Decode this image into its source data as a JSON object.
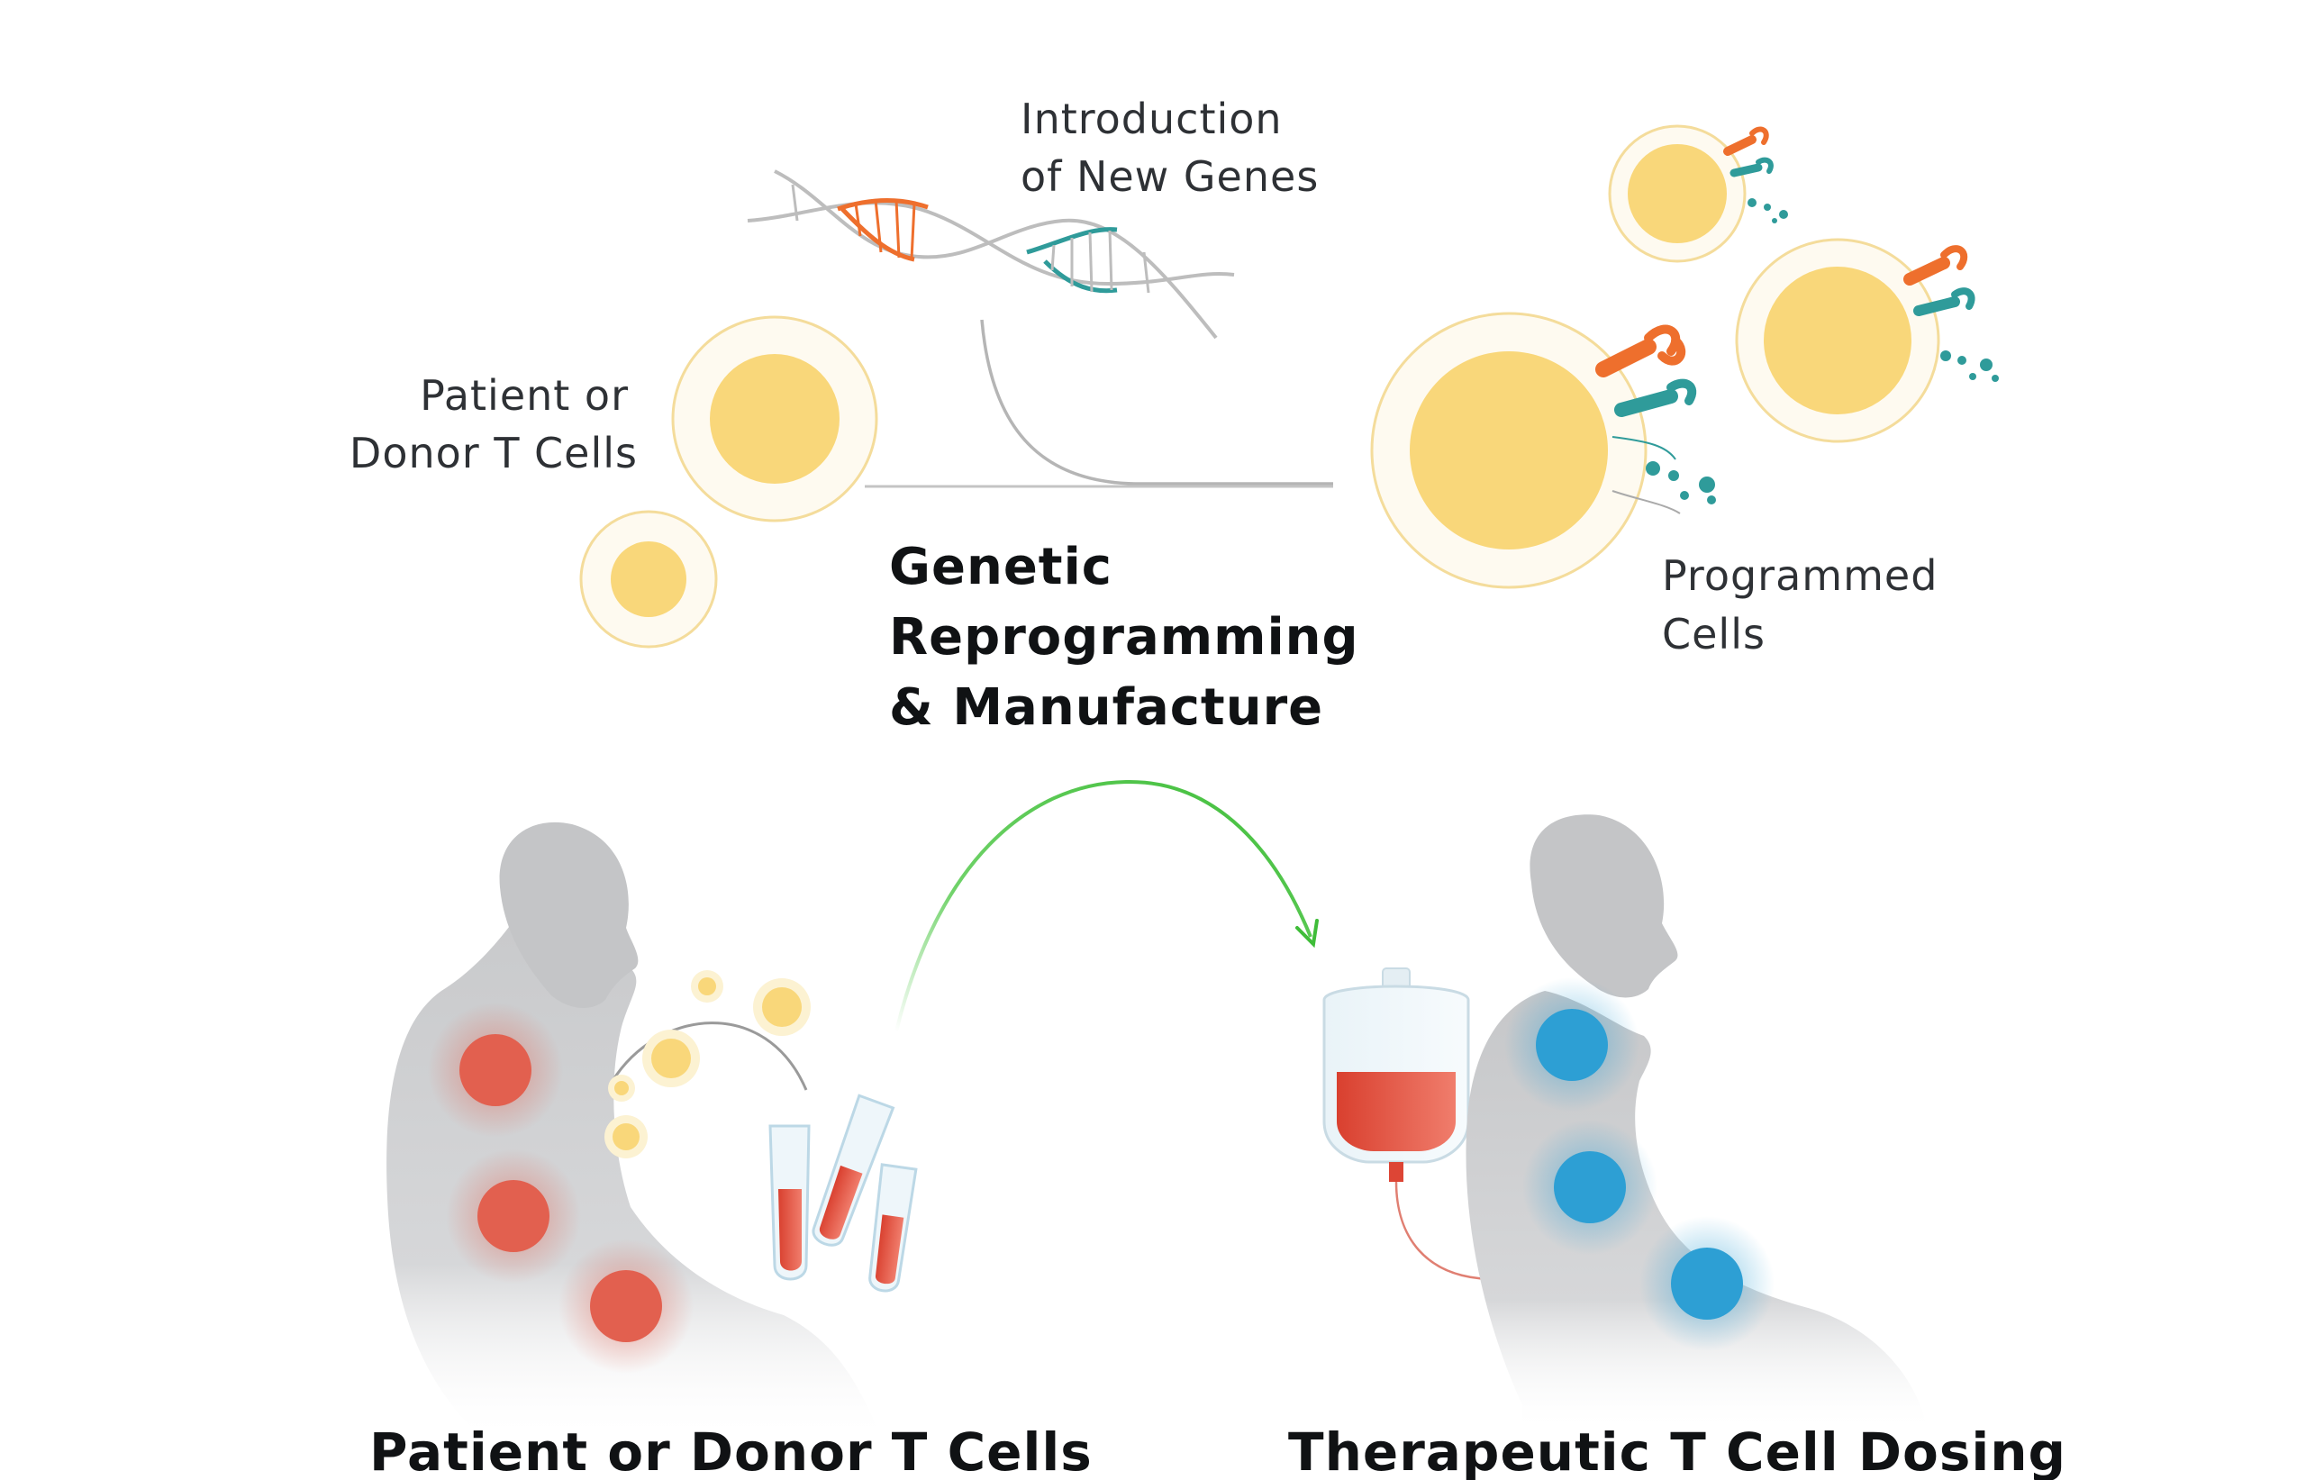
{
  "labels": {
    "introduction_line1": "Introduction",
    "introduction_line2": "of New Genes",
    "patient_cells_line1": "Patient or",
    "patient_cells_line2": "Donor T Cells",
    "programmed_line1": "Programmed",
    "programmed_line2": "Cells",
    "genetic_line1": "Genetic",
    "genetic_line2": "Reprogramming",
    "genetic_line3": "& Manufacture",
    "bottom_left": "Patient or Donor T Cells",
    "bottom_right": "Therapeutic T Cell Dosing"
  },
  "colors": {
    "cell_core": "#f9d77a",
    "cell_membrane": "#fbeec2",
    "receptor_orange": "#ee6f2d",
    "receptor_teal": "#2f9b9a",
    "tumor_red": "#e2604f",
    "tumor_blue": "#2d9fd4",
    "silhouette": "#c9cacc",
    "arrow_green": "#4cc744",
    "blood": "#dd4535"
  },
  "icons": [
    "dna-helix-icon",
    "t-cell-icon",
    "receptor-icon",
    "person-silhouette-icon",
    "test-tube-icon",
    "iv-bag-icon",
    "arc-arrow-icon"
  ]
}
